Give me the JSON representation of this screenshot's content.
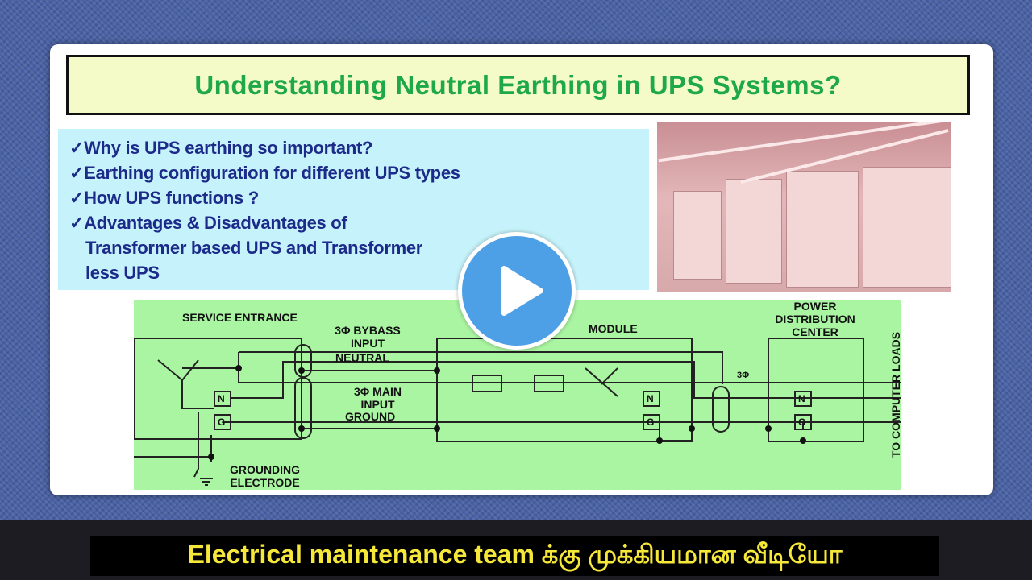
{
  "slide": {
    "title": "Understanding Neutral Earthing in UPS Systems?",
    "bullets": [
      "✓Why is UPS earthing so important?",
      "✓Earthing configuration for different UPS types",
      "✓How UPS functions ?",
      "✓Advantages & Disadvantages of",
      "Transformer based UPS and Transformer",
      "less UPS"
    ]
  },
  "diagram": {
    "service_entrance": "SERVICE ENTRANCE",
    "bypass": "3Φ BYBASS INPUT",
    "neutral": "NEUTRAL",
    "main": "3Φ MAIN INPUT",
    "ground": "GROUND",
    "ups_module": "MODULE",
    "pdc": "POWER DISTRIBUTION CENTER",
    "three_phase": "3Φ",
    "loads": "TO COMPUTER LOADS",
    "grounding": "GROUNDING ELECTRODE",
    "n": "N",
    "g": "G"
  },
  "player": {
    "icon": "play-icon",
    "color": "#4ea0e6"
  },
  "caption": "Electrical maintenance team க்கு முக்கியமான வீடியோ",
  "colors": {
    "title": "#1ea84a",
    "bullets": "#1c2a8a",
    "caption": "#f6e83a",
    "diagram_bg": "#aaf5a2"
  }
}
